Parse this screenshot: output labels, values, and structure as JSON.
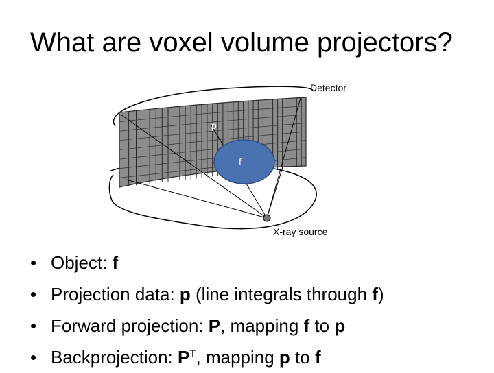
{
  "title": "What are voxel volume projectors?",
  "diagram": {
    "detector_label": "Detector",
    "projection_label": "p",
    "object_label": "f",
    "source_label": "X-ray source"
  },
  "bullets": [
    {
      "marker": "•",
      "prefix": "Object: ",
      "bold1": "f"
    },
    {
      "marker": "•",
      "prefix": "Projection data: ",
      "bold1": "p",
      "rest1": " (line integrals through ",
      "bold2": "f",
      "rest2": ")"
    },
    {
      "marker": "•",
      "prefix": "Forward projection: ",
      "bold1": "P",
      "rest1": ", mapping ",
      "bold2": "f",
      "rest2": " to ",
      "bold3": "p"
    },
    {
      "marker": "•",
      "prefix": "Backprojection: ",
      "bold1": "P",
      "sup": "T",
      "rest1": ", mapping ",
      "bold2": "p",
      "rest2": " to ",
      "bold3": "f"
    }
  ],
  "colors": {
    "detector_fill": "#8c8c8c",
    "detector_lines": "#2a2a2a",
    "object_fill": "#4a72b0",
    "object_stroke": "#2f4f86",
    "object_text": "#ffffff",
    "source_fill": "#777777"
  }
}
